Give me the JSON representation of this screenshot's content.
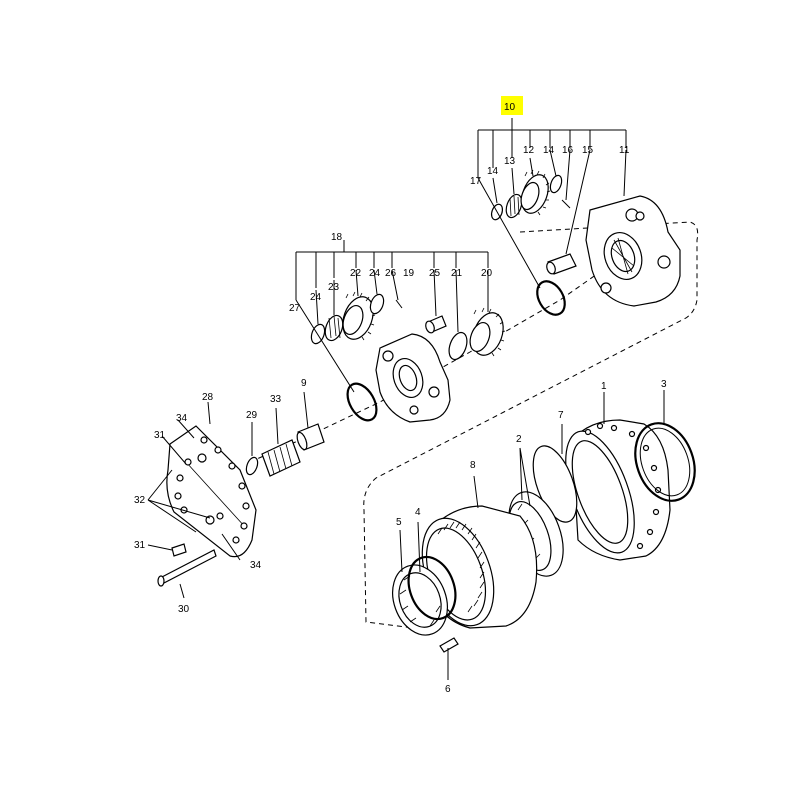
{
  "diagram": {
    "highlight_color": "#ffff00",
    "labels": {
      "p1": "1",
      "p2": "2",
      "p3": "3",
      "p4": "4",
      "p5": "5",
      "p6": "6",
      "p7": "7",
      "p8": "8",
      "p9": "9",
      "p10": "10",
      "p11": "11",
      "p12": "12",
      "p13": "13",
      "p14a": "14",
      "p14b": "14",
      "p15": "15",
      "p16": "16",
      "p17": "17",
      "p18": "18",
      "p19": "19",
      "p20": "20",
      "p21": "21",
      "p22": "22",
      "p23": "23",
      "p24a": "24",
      "p24b": "24",
      "p25": "25",
      "p26": "26",
      "p27": "27",
      "p28": "28",
      "p29": "29",
      "p30": "30",
      "p31a": "31",
      "p31b": "31",
      "p32": "32",
      "p33": "33",
      "p34a": "34",
      "p34b": "34"
    }
  }
}
